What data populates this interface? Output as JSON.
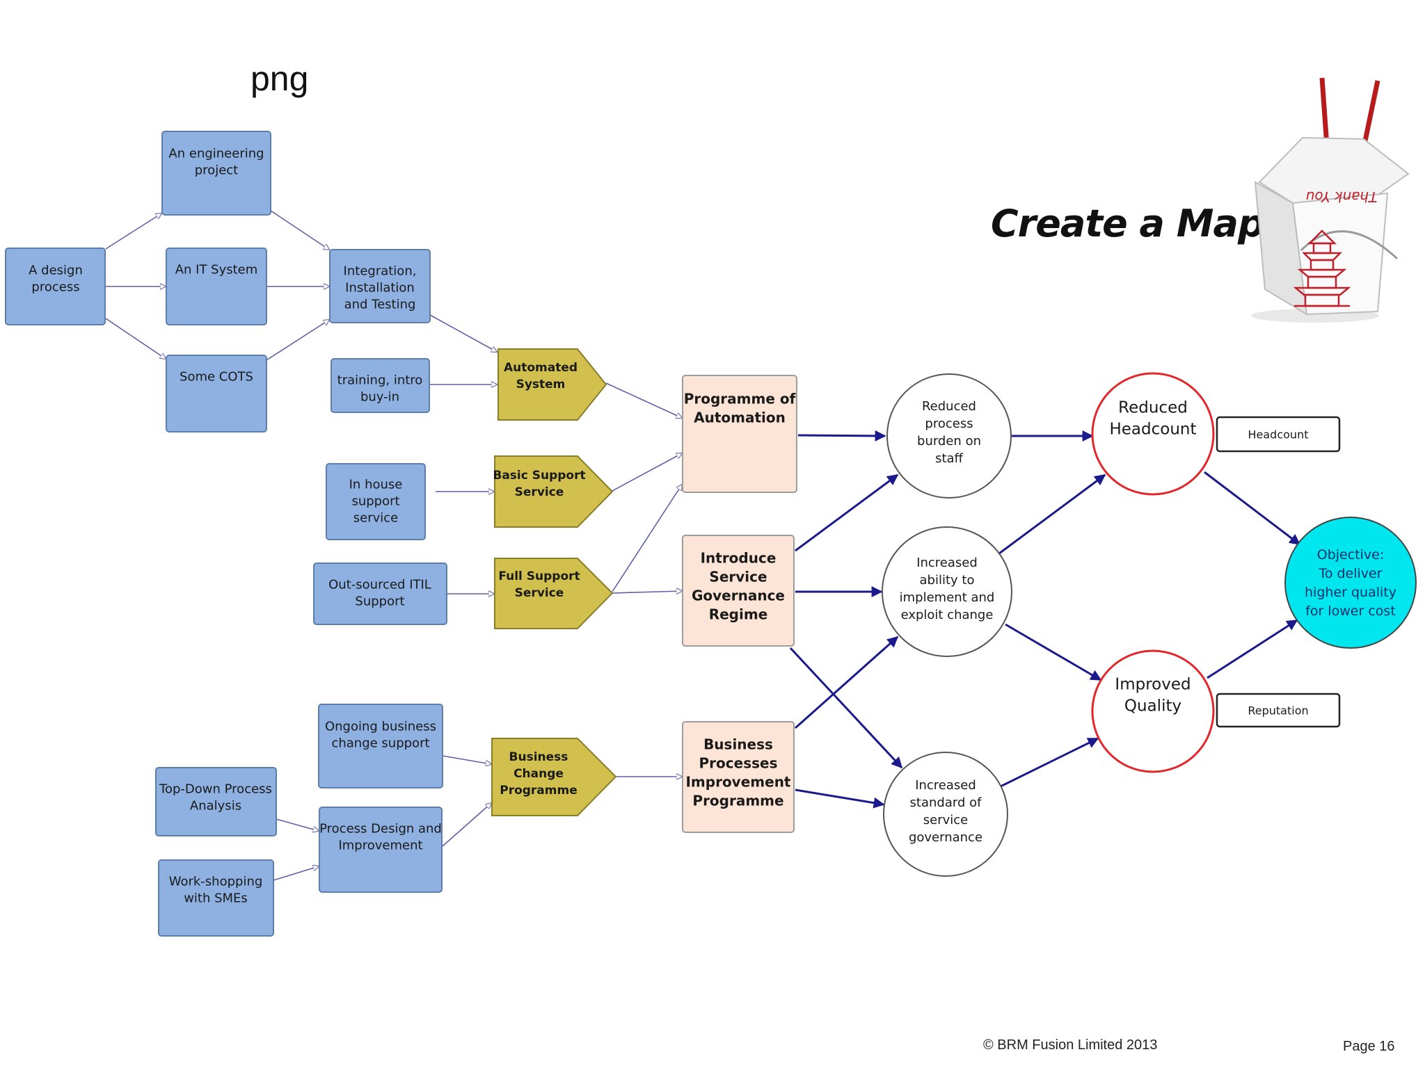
{
  "slide": {
    "label": "png",
    "title": "Create a Map",
    "footer_copyright": "© BRM Fusion Limited   2013",
    "footer_page": "Page 16"
  },
  "colors": {
    "blue_box": "#8eb1e2",
    "blue_border": "#5d7ea8",
    "gold": "#d2c04e",
    "peach": "#fce5d6",
    "navy_arrow": "#1a1a8c",
    "thin_arrow": "#5f5fa8",
    "red_ring": "#e3262b",
    "cyan": "#00e6ee"
  },
  "inputs": {
    "design_process": "A design\nprocess",
    "engineering_project": "An engineering\nproject",
    "it_system": "An IT System",
    "some_cots": "Some COTS",
    "integration": "Integration,\nInstallation\nand Testing",
    "training": "training, intro\nbuy-in",
    "in_house": "In house\nsupport\nservice",
    "outsourced": "Out-sourced ITIL\nSupport",
    "ongoing_change": "Ongoing business\nchange support",
    "top_down": "Top-Down Process\nAnalysis",
    "process_design": "Process Design and\nImprovement",
    "workshopping": "Work-shopping\nwith SMEs"
  },
  "capabilities": {
    "automated_system": "Automated\nSystem",
    "basic_support": "Basic Support\nService",
    "full_support": "Full Support\nService",
    "business_change": "Business\nChange\nProgramme"
  },
  "programmes": {
    "automation": "Programme of\nAutomation",
    "governance": "Introduce\nService\nGovernance\nRegime",
    "bpi": "Business\nProcesses\nImprovement\nProgramme"
  },
  "outcomes": {
    "reduced_burden": "Reduced\nprocess\nburden on\nstaff",
    "increased_ability": "Increased\nability to\nimplement and\nexploit change",
    "increased_standard": "Increased\nstandard of\nservice\ngovernance"
  },
  "benefits": {
    "reduced_headcount": "Reduced\nHeadcount",
    "improved_quality": "Improved\nQuality",
    "headcount_measure": "Headcount",
    "reputation_measure": "Reputation"
  },
  "objective": {
    "text": "Objective:\nTo deliver\nhigher quality\nfor lower cost"
  },
  "image": {
    "box_caption": "Thank You",
    "icon": "chinese-takeout-box-icon"
  }
}
